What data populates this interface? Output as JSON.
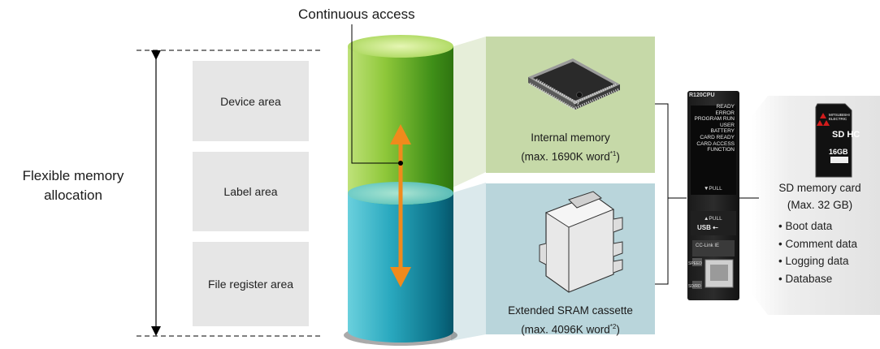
{
  "diagram": {
    "continuous_access": "Continuous access",
    "flexible_line1": "Flexible memory",
    "flexible_line2": "allocation"
  },
  "areas": [
    "Device area",
    "Label area",
    "File register area"
  ],
  "internal_memory": {
    "title": "Internal memory",
    "capacity": "(max. 1690K word",
    "note": "*1",
    "close": ")"
  },
  "sram": {
    "title": "Extended SRAM cassette",
    "capacity": "(max. 4096K word",
    "note": "*2",
    "close": ")"
  },
  "cpu": {
    "model": "R120CPU",
    "leds": [
      "READY",
      "ERROR",
      "PROGRAM RUN",
      "USER",
      "BATTERY",
      "CARD READY",
      "CARD ACCESS",
      "FUNCTION"
    ],
    "pull_down": "▼PULL",
    "pull_up": "▲PULL",
    "usb": "USB ⇠",
    "network": "CC-Link IE",
    "speed": "SPEED",
    "sdrd": "SD/RD"
  },
  "sd_card": {
    "brand": "MITSUBISHI ELECTRIC",
    "logo": "SD HC",
    "size_label": "16GB",
    "title": "SD memory card",
    "capacity": "(Max. 32 GB)",
    "contents": [
      "Boot data",
      "Comment data",
      "Logging data",
      "Database"
    ]
  },
  "colors": {
    "cylinder_top": "#8fc83a",
    "cylinder_bottom": "#2aa9bf",
    "arrow": "#f08a1c",
    "internal_panel": "#c6d9a8",
    "sram_panel": "#b9d5db",
    "area_box": "#e6e6e6"
  }
}
